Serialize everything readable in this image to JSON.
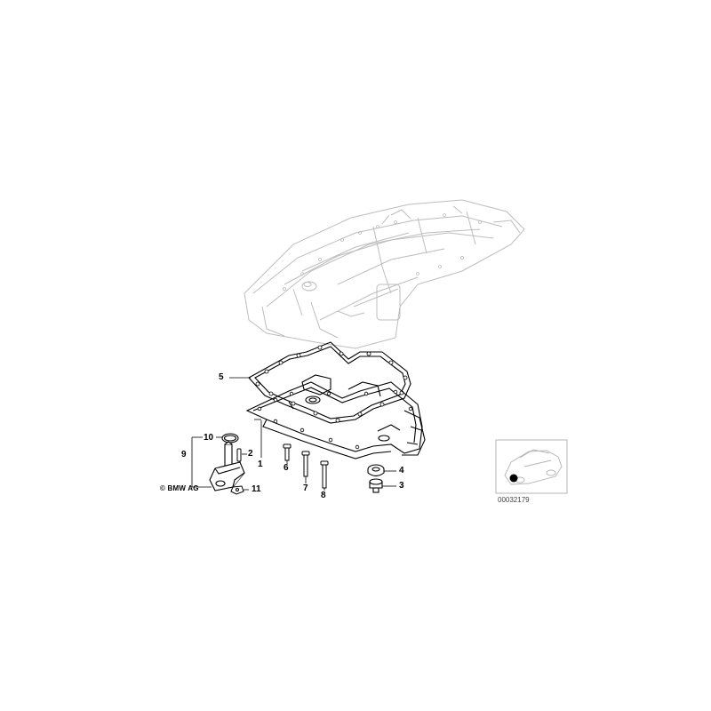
{
  "callouts": {
    "c1": "1",
    "c2": "2",
    "c3": "3",
    "c4": "4",
    "c5": "5",
    "c6": "6",
    "c7": "7",
    "c8": "8",
    "c9": "9",
    "c10": "10",
    "c11": "11"
  },
  "copyright": "© BMW AG",
  "catalog_number": "00032179",
  "colors": {
    "line": "#000000",
    "ghost_line": "#b8b8b8",
    "background": "#ffffff"
  }
}
